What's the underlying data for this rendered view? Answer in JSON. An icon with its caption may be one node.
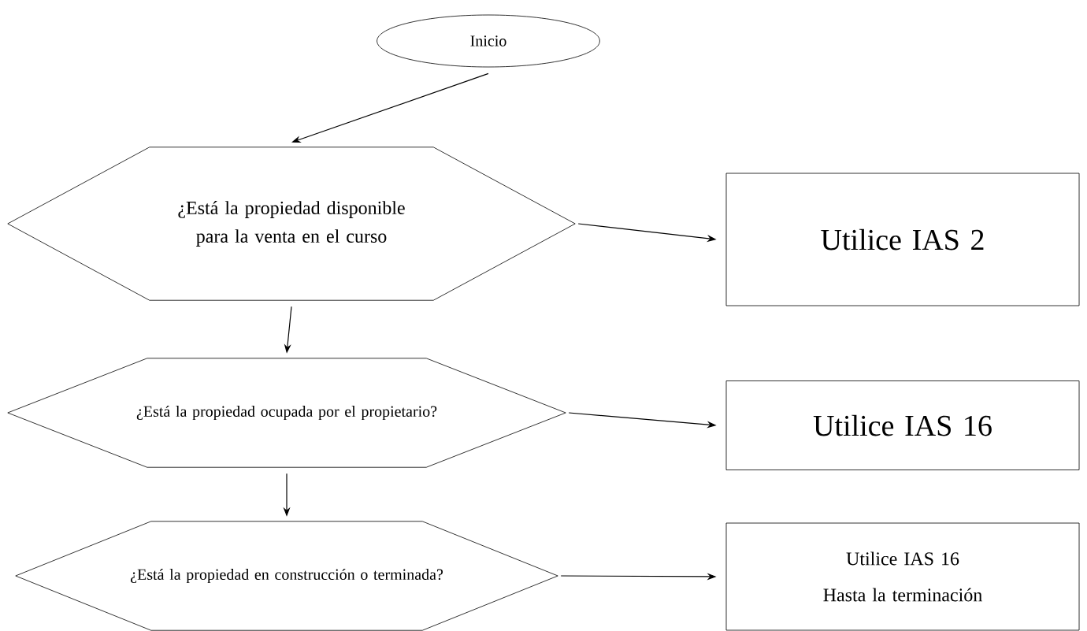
{
  "diagram": {
    "nodes": [
      {
        "text": [
          "Inicio"
        ]
      },
      {
        "text": [
          "¿Está la propiedad disponible para la venta en el curso"
        ]
      },
      {
        "text": [
          "Utilice IAS 2"
        ]
      },
      {
        "text": [
          "¿Está la propiedad ocupada por el propietario?"
        ]
      },
      {
        "text": [
          "Utilice IAS 16"
        ]
      },
      {
        "text": [
          "¿Está la propiedad en construcción o terminada?"
        ]
      },
      {
        "text": [
          "Utilice IAS 16",
          "Hasta la terminación"
        ]
      }
    ],
    "edges": [
      {
        "from": 0,
        "to": 1,
        "arrow": "to"
      },
      {
        "from": 1,
        "to": 2,
        "arrow": "to"
      },
      {
        "from": 1,
        "to": 3,
        "arrow": "to"
      },
      {
        "from": 3,
        "to": 4,
        "arrow": "to"
      },
      {
        "from": 3,
        "to": 5,
        "arrow": "to"
      },
      {
        "from": 5,
        "to": 6,
        "arrow": "to"
      }
    ]
  }
}
